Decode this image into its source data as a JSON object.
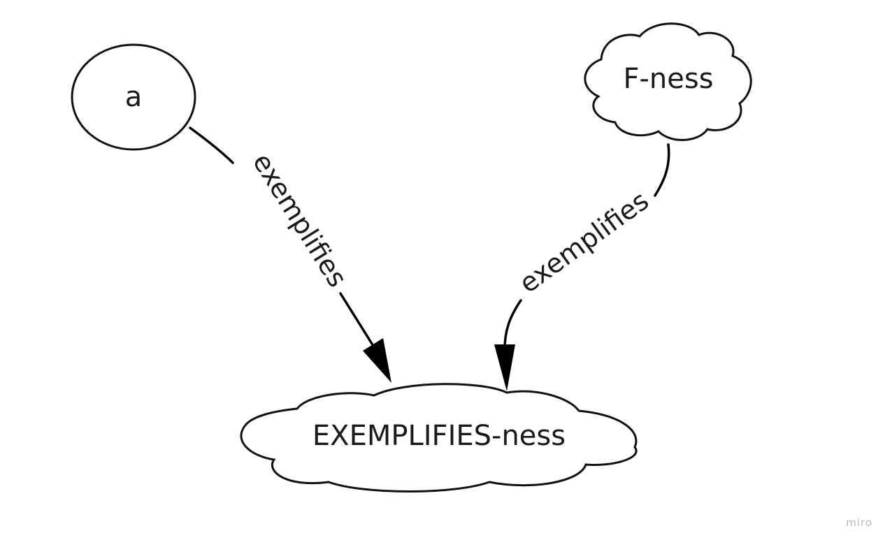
{
  "diagram": {
    "nodes": {
      "a": {
        "label": "a",
        "shape": "ellipse"
      },
      "f_ness": {
        "label": "F-ness",
        "shape": "cloud"
      },
      "exemplifies_ness": {
        "label": "EXEMPLIFIES-ness",
        "shape": "cloud"
      }
    },
    "edges": [
      {
        "from": "a",
        "to": "exemplifies_ness",
        "label": "exemplifies"
      },
      {
        "from": "f_ness",
        "to": "exemplifies_ness",
        "label": "exemplifies"
      }
    ]
  },
  "watermark": "miro"
}
